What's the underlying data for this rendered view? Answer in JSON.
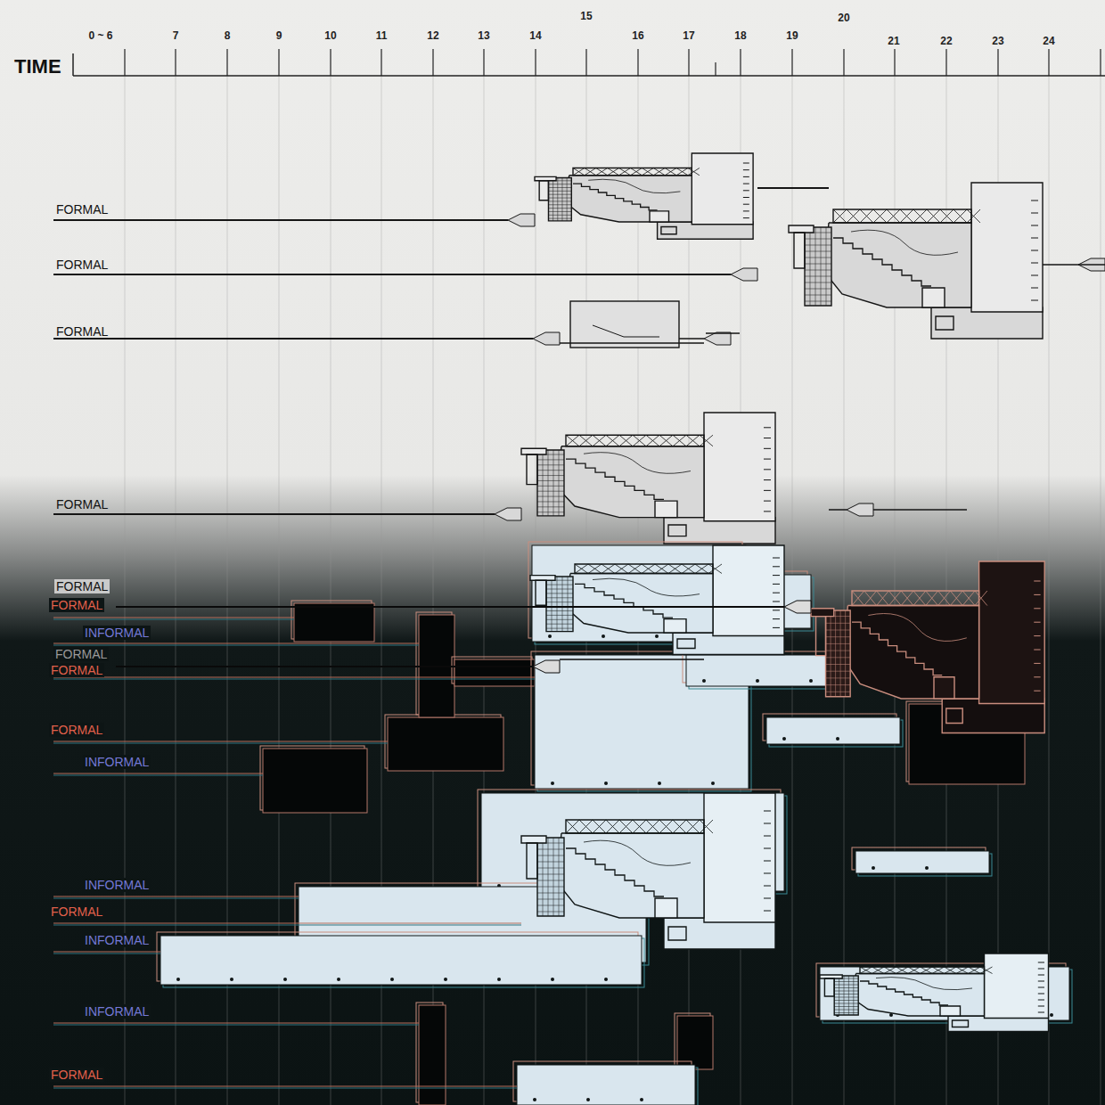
{
  "diagram": {
    "labels": [
      "TIME",
      "0 ~ 6",
      "7",
      "8",
      "9",
      "10",
      "11",
      "12",
      "13",
      "14",
      "15",
      "16",
      "17",
      "18",
      "19",
      "20",
      "21",
      "22",
      "23",
      "24",
      "FORMAL",
      "FORMAL",
      "FORMAL",
      "FORMAL",
      "FORMAL",
      "FORMAL",
      "INFORMAL",
      "FORMAL",
      "FORMAL",
      "FORMAL",
      "INFORMAL",
      "INFORMAL",
      "FORMAL",
      "INFORMAL",
      "INFORMAL",
      "FORMAL"
    ]
  }
}
